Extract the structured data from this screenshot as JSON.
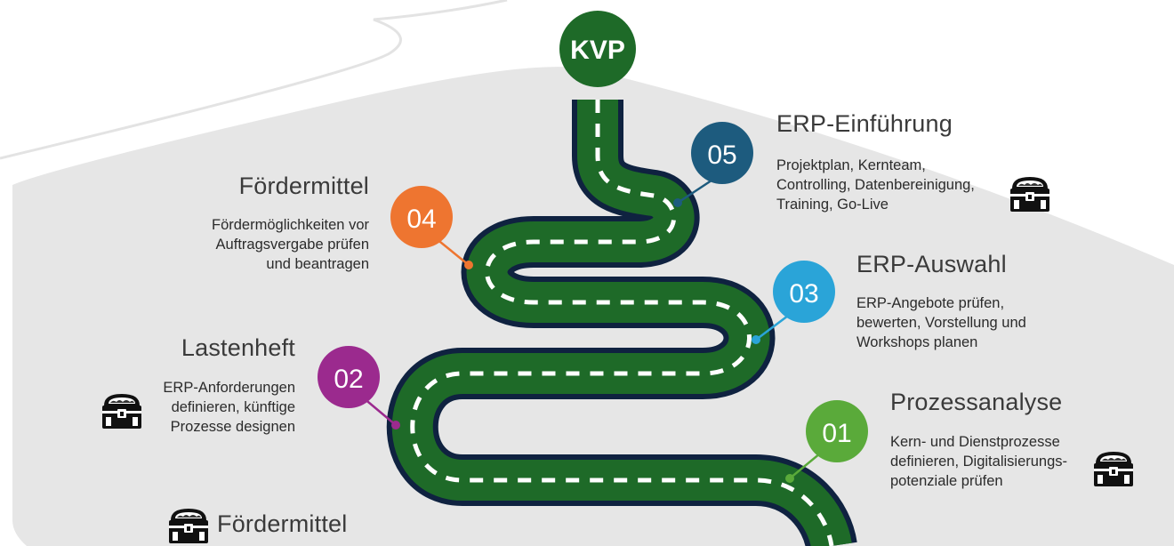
{
  "goal": {
    "label": "KVP",
    "color": "#1e6a28"
  },
  "road": {
    "outline_color": "#0f2240",
    "surface_color": "#1e6a28",
    "marking_color": "#ffffff"
  },
  "background": {
    "panel_color": "#e6e6e6",
    "page_color": "#ffffff"
  },
  "milestones": [
    {
      "number": "01",
      "title": "Prozessanalyse",
      "description": "Kern- und Dienstprozesse\ndefinieren, Digitalisierungs-\npotenziale prüfen",
      "color": "#5aaa3a",
      "side": "right",
      "has_chest": true
    },
    {
      "number": "02",
      "title": "Lastenheft",
      "description": "ERP-Anforderungen\ndefinieren, künftige\nProzesse designen",
      "color": "#9b2a8e",
      "side": "left",
      "has_chest": true
    },
    {
      "number": "03",
      "title": "ERP-Auswahl",
      "description": "ERP-Angebote prüfen,\nbewerten, Vorstellung und\nWorkshops planen",
      "color": "#2aa4d8",
      "side": "right",
      "has_chest": false
    },
    {
      "number": "04",
      "title": "Fördermittel",
      "description": "Fördermöglichkeiten vor\nAuftragsvergabe prüfen\nund beantragen",
      "color": "#ee7530",
      "side": "left",
      "has_chest": false
    },
    {
      "number": "05",
      "title": "ERP-Einführung",
      "description": "Projektplan, Kernteam,\nControlling, Datenbereinigung,\nTraining, Go-Live",
      "color": "#1d5b7e",
      "side": "right",
      "has_chest": true
    }
  ],
  "legend": {
    "label": "Fördermittel",
    "icon": "treasure-chest-icon"
  }
}
